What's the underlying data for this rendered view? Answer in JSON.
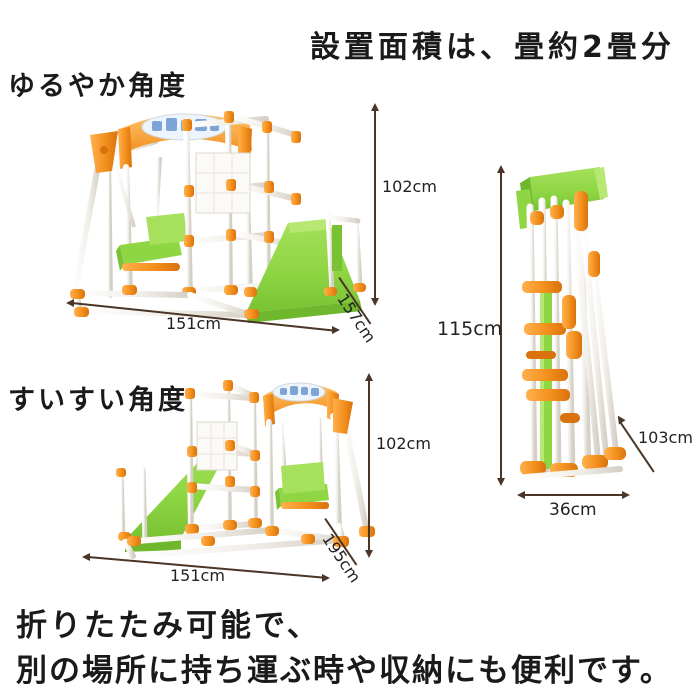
{
  "headline": "設置面積は、畳約2畳分",
  "sections": {
    "gentle": {
      "label": "ゆるやか角度",
      "dims": {
        "height": "102cm",
        "width": "151cm",
        "depth": "157cm"
      }
    },
    "steep": {
      "label": "すいすい角度",
      "dims": {
        "height": "102cm",
        "width": "151cm",
        "depth": "195cm"
      }
    },
    "folded": {
      "dims": {
        "height": "115cm",
        "width": "36cm",
        "depth": "103cm"
      }
    }
  },
  "footer": {
    "line1": "折りたたみ可能で、",
    "line2": "別の場所に持ち運ぶ時や収納にも便利です。"
  },
  "colors": {
    "background": "#ffffff",
    "text": "#1a1a1a",
    "dimension_line": "#4a3526",
    "slide_green": "#8fd644",
    "slide_green_dark": "#6fb82e",
    "frame_white": "#f4f2ee",
    "frame_shadow": "#d8d4cc",
    "joint_orange": "#f3901d",
    "joint_orange_dark": "#d9720c",
    "sign_orange": "#f4a63a"
  }
}
